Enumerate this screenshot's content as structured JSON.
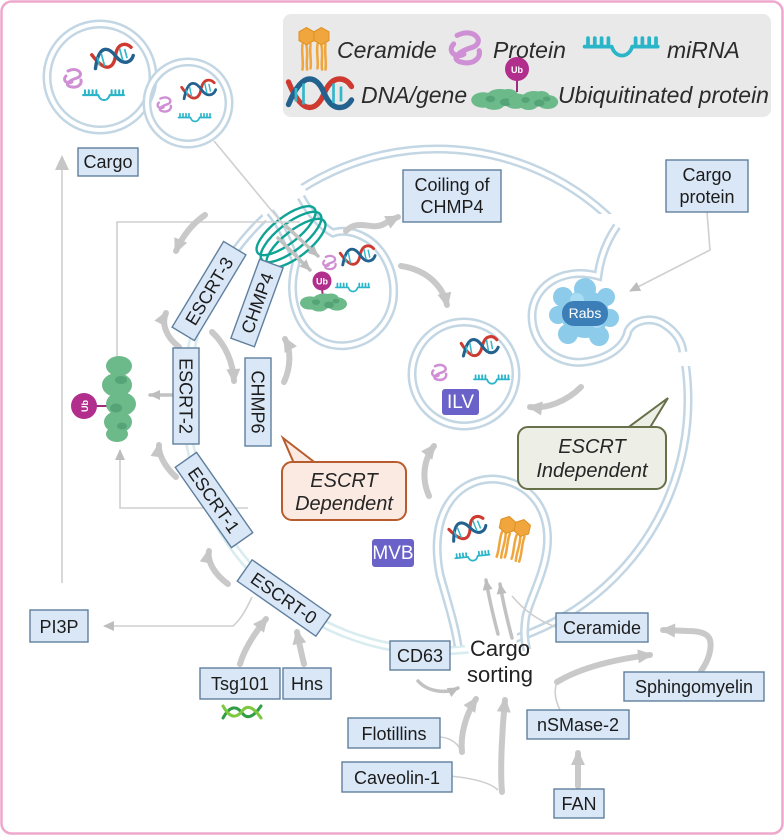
{
  "legend": {
    "items": [
      {
        "label": "Ceramide"
      },
      {
        "label": "Protein"
      },
      {
        "label": "miRNA"
      },
      {
        "label": "DNA/gene"
      },
      {
        "label": "Ubiquitinated protein"
      }
    ],
    "ub": "Ub"
  },
  "labels": {
    "cargo": "Cargo",
    "coiling1": "Coiling of",
    "coiling2": "CHMP4",
    "cargo_protein1": "Cargo",
    "cargo_protein2": "protein",
    "escrt3": "ESCRT-3",
    "chmp4": "CHMP4",
    "escrt2": "ESCRT-2",
    "chmp6": "CHMP6",
    "escrt1": "ESCRT-1",
    "escrt0": "ESCRT-0",
    "pi3p": "PI3P",
    "tsg101": "Tsg101",
    "hns": "Hns",
    "cd63": "CD63",
    "cargo_sorting1": "Cargo",
    "cargo_sorting2": "sorting",
    "ceramide": "Ceramide",
    "sphingomyelin": "Sphingomyelin",
    "nsmase2": "nSMase-2",
    "fan": "FAN",
    "flotillins": "Flotillins",
    "caveolin1": "Caveolin-1",
    "ub": "Ub"
  },
  "badges": {
    "ilv": "ILV",
    "mvb": "MVB",
    "rabs": "Rabs"
  },
  "bubbles": {
    "dependent1": "ESCRT",
    "dependent2": "Dependent",
    "independent1": "ESCRT",
    "independent2": "Independent"
  },
  "colors": {
    "label_box_fill": "#d9e7f7",
    "label_box_border": "#5f7f9e",
    "membrane": "#c3d6e4",
    "membrane_teal": "#d9edf0",
    "arrow_gray": "#c9c9c9",
    "coil_teal": "#0fa396",
    "badge_purple": "#6a62c8",
    "ub_magenta": "#b12e8d",
    "protein_green": "#6cb98a",
    "rabs_blue": "#8ccbe9",
    "rabs_badge": "#3c7fb8",
    "ceramide_orange": "#f0a63c",
    "mirna_teal": "#2ab5c9",
    "dna_red": "#cf3a30",
    "dna_blue": "#23628f",
    "protein_pink": "#cf8fd4",
    "bubble_dep_fill": "#fbeae2",
    "bubble_dep_border": "#b85c2e",
    "bubble_ind_fill": "#edeee6",
    "bubble_ind_border": "#667049",
    "page_border": "#efa8cd",
    "legend_bg": "#e9e9e9"
  }
}
